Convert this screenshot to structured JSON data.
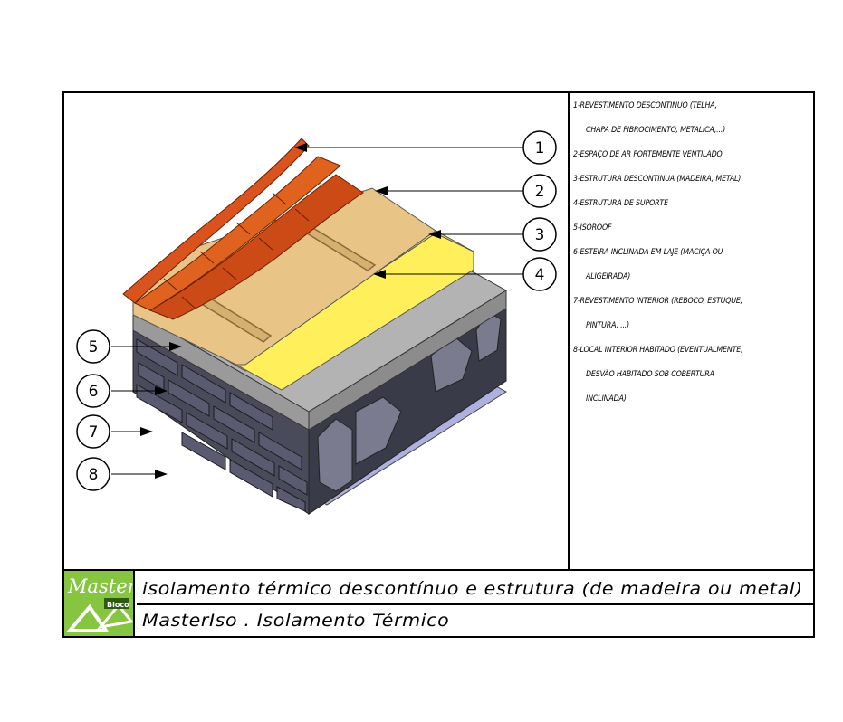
{
  "legend": [
    {
      "text": "1-REVESTIMENTO DESCONTINUO (TELHA,",
      "indent": false
    },
    {
      "text": "CHAPA DE FIBROCIMENTO, METALICA,...)",
      "indent": true
    },
    {
      "text": "2-ESPAÇO DE AR FORTEMENTE VENTILADO",
      "indent": false
    },
    {
      "text": "3-ESTRUTURA DESCONTINUA (MADEIRA, METAL)",
      "indent": false
    },
    {
      "text": "4-ESTRUTURA DE SUPORTE",
      "indent": false
    },
    {
      "text": "5-ISOROOF",
      "indent": false
    },
    {
      "text": "6-ESTEIRA INCLINADA EM LAJE (MACIÇA OU",
      "indent": false
    },
    {
      "text": "ALIGEIRADA)",
      "indent": true
    },
    {
      "text": "7-REVESTIMENTO INTERIOR (REBOCO, ESTUQUE,",
      "indent": false
    },
    {
      "text": "PINTURA, ...)",
      "indent": true
    },
    {
      "text": "8-LOCAL INTERIOR HABITADO (EVENTUALMENTE,",
      "indent": false
    },
    {
      "text": "DESVÃO HABITADO SOB COBERTURA",
      "indent": true
    },
    {
      "text": "INCLINADA)",
      "indent": true
    }
  ],
  "callouts": [
    "1",
    "2",
    "3",
    "4",
    "5",
    "6",
    "7",
    "8"
  ],
  "title": {
    "main": "isolamento térmico descontínuo e estrutura (de madeira ou metal)",
    "sub": "MasterIso . Isolamento Térmico"
  },
  "logo": {
    "word": "Master",
    "tag": "Bloco"
  },
  "colors": {
    "tile": "#d9531e",
    "wood": "#e8c487",
    "insulation": "#ffef5a",
    "slab": "#b3b3b3",
    "brick": "#3a3b48",
    "ceiling": "#aeb0e0",
    "logo_bg": "#7cbf3a"
  }
}
